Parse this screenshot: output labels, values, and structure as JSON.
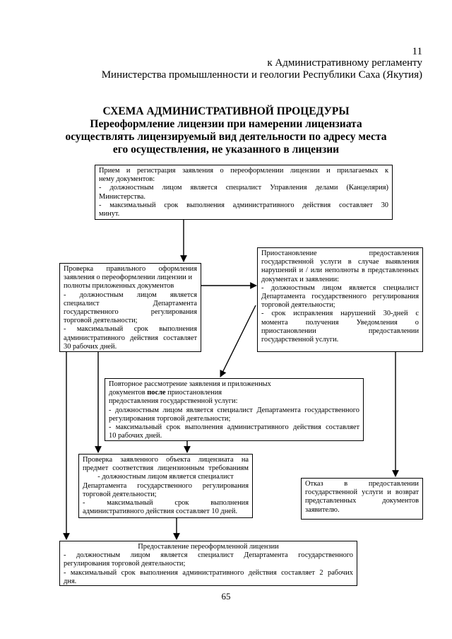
{
  "header": {
    "page_number": "11",
    "line1": "к Административному регламенту",
    "line2": "Министерства промышленности и геологии Республики Саха (Якутия)"
  },
  "title": {
    "main": "СХЕМА АДМИНИСТРАТИВНОЙ ПРОЦЕДУРЫ",
    "line1": "Переоформление лицензии при намерении лицензиата",
    "line2": "осуществлять лицензируемый вид деятельности по адресу места",
    "line3": "его осуществления, не указанного в лицензии"
  },
  "boxes": {
    "reception": {
      "l1": "Прием и регистрация заявления  о переоформлении  лицензии и прилагаемых к",
      "l2": "нему документов:",
      "l3": "- должностным лицом является специалист Управления делами (Канцелярия)",
      "l4": "Министерства.",
      "l5": "- максимальный срок выполнения административного действия составляет 30",
      "l6": "минут."
    },
    "check": {
      "l1": "Проверка правильного оформления",
      "l2": "заявления о переоформлении лицензии и",
      "l3": "полноты приложенных документов",
      "l4": "- должностным лицом является",
      "l5": "специалист Департамента",
      "l6": "государственного регулирования",
      "l7": "торговой деятельности;",
      "l8": "- максимальный срок выполнения",
      "l9": "административного действия составляет",
      "l10": "30 рабочих дней."
    },
    "suspend": {
      "l1": "Приостановление предоставления",
      "l2": "государственной услуги в случае выявления",
      "l3": "нарушений и / или неполноты в представленных",
      "l4": "документах и заявлении:",
      "l5": "- должностным лицом является специалист",
      "l6": "Департамента государственного регулирования",
      "l7": "торговой деятельности;",
      "l8": "- срок исправления нарушений 30-дней с",
      "l9": "момента получения Уведомления о",
      "l10": "приостановлении предоставлении",
      "l11": "государственной услуги."
    },
    "review": {
      "l1": "Повторное рассмотрение заявления   и приложенных",
      "l2_pre": "документов ",
      "l2_bold": "после",
      "l2_post": " приостановления",
      "l3": "предоставления государственной услуги:",
      "l4": "- должностным лицом является специалист  Департамента государственного",
      "l5": "регулирования  торговой деятельности;",
      "l6": "- максимальный срок выполнения административного действия составляет",
      "l7": "10 рабочих дней."
    },
    "inspect": {
      "l1": "Проверка заявленного объекта лицензиата на",
      "l2": "предмет соответствия  лицензионным требованиям",
      "l3": "- должностным лицом является специалист",
      "l4": "Департамента государственного регулирования",
      "l5": "торговой деятельности;",
      "l6": "- максимальный срок выполнения",
      "l7": "административного действия составляет 10   дней."
    },
    "refusal": {
      "l1": "Отказ в предоставлении",
      "l2": "государственной услуги и возврат",
      "l3": "представленных документов",
      "l4": "заявителю."
    },
    "final": {
      "l1": "Предоставление переоформленной лицензии",
      "l2": "- должностным лицом является специалист  Департамента государственного",
      "l3": "регулирования  торговой деятельности;",
      "l4": "- максимальный срок выполнения административного действия составляет  2 рабочих",
      "l5": "дня."
    }
  },
  "footer": {
    "page": "65"
  }
}
